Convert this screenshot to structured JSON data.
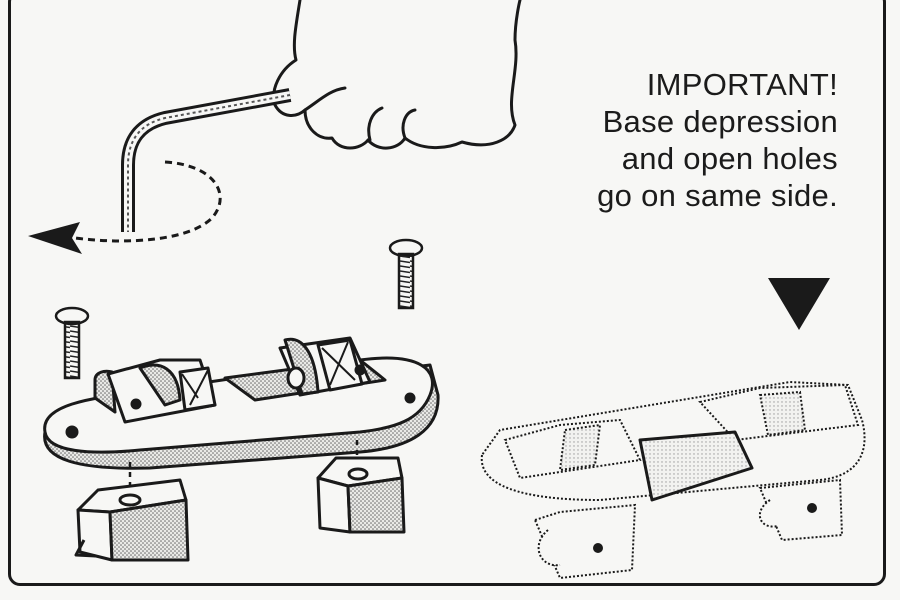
{
  "notice": {
    "heading": "IMPORTANT!",
    "lines": [
      "Base depression",
      "and open holes",
      "go on same side."
    ]
  },
  "icons": [
    "hex-key-icon",
    "rotation-arrow-icon",
    "screw-icon",
    "down-triangle-icon"
  ]
}
